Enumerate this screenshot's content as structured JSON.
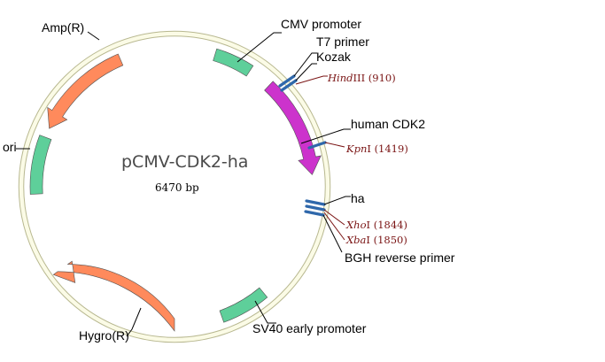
{
  "plasmid": {
    "name": "pCMV-CDK2-ha",
    "size": "6470 bp"
  },
  "colors": {
    "backbone": "#fbfbe6",
    "backbone_edge": "#b8b890",
    "promoter": "#5ecf9a",
    "origin": "#5ecf9a",
    "resistance_gene": "#ff8a5c",
    "insert_gene": "#cc33cc",
    "primer_site": "#2f68ab",
    "restriction_label": "#7a1414"
  },
  "features": [
    {
      "key": "cmv",
      "label": "CMV promoter",
      "type": "promoter"
    },
    {
      "key": "t7",
      "label": "T7 primer",
      "type": "primer"
    },
    {
      "key": "kozak",
      "label": "Kozak",
      "type": "sequence"
    },
    {
      "key": "cdk2",
      "label": "human CDK2",
      "type": "insert_gene"
    },
    {
      "key": "ha",
      "label": "ha",
      "type": "tag"
    },
    {
      "key": "bgh",
      "label": "BGH reverse primer",
      "type": "primer"
    },
    {
      "key": "sv40",
      "label": "SV40 early promoter",
      "type": "promoter"
    },
    {
      "key": "hygro",
      "label": "Hygro(R)",
      "type": "resistance_gene"
    },
    {
      "key": "ori",
      "label": "ori",
      "type": "origin"
    },
    {
      "key": "amp",
      "label": "Amp(R)",
      "type": "resistance_gene"
    }
  ],
  "sites": [
    {
      "key": "hindiii",
      "enzyme_italic": "Hind",
      "enzyme_rest": "III",
      "position": "(910)"
    },
    {
      "key": "kpni",
      "enzyme_italic": "Kpn",
      "enzyme_rest": "I",
      "position": "(1419)"
    },
    {
      "key": "xhoi",
      "enzyme_italic": "Xho",
      "enzyme_rest": "I",
      "position": "(1844)"
    },
    {
      "key": "xbai",
      "enzyme_italic": "Xba",
      "enzyme_rest": "I",
      "position": "(1850)"
    }
  ]
}
